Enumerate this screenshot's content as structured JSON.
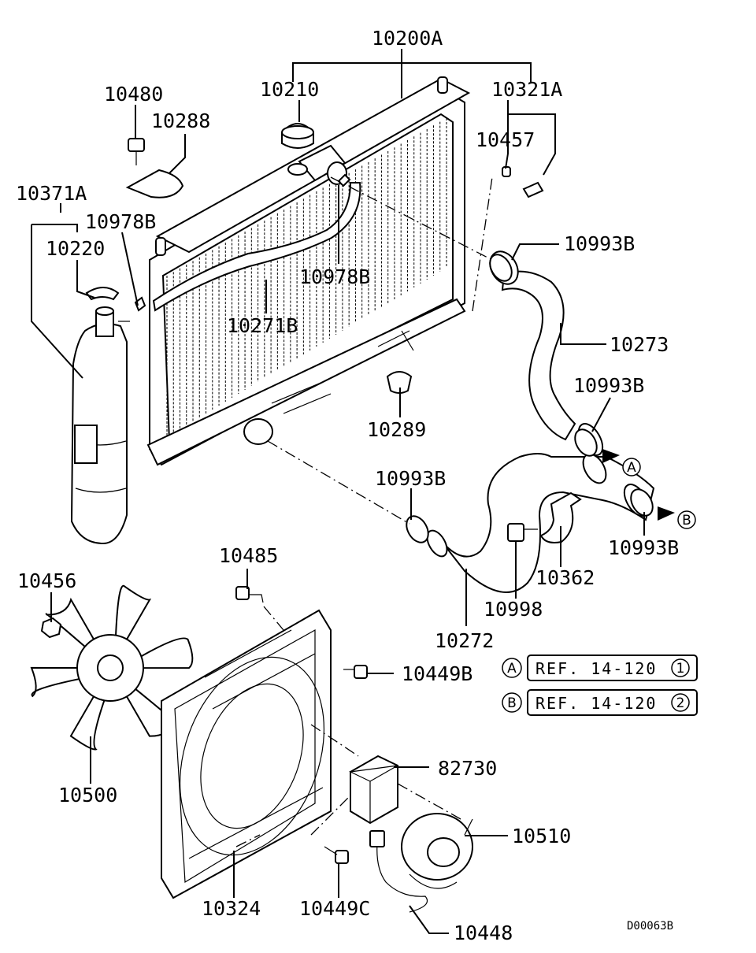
{
  "callouts": {
    "c10200A": "10200A",
    "c10210": "10210",
    "c10321A": "10321A",
    "c10480": "10480",
    "c10288": "10288",
    "c10457": "10457",
    "c10371A": "10371A",
    "c10978B_a": "10978B",
    "c10220": "10220",
    "c10993B_a": "10993B",
    "c10978B_b": "10978B",
    "c10271B": "10271B",
    "c10273": "10273",
    "c10993B_b": "10993B",
    "c10289": "10289",
    "c10993B_c": "10993B",
    "c10993B_d": "10993B",
    "c10362": "10362",
    "c10485": "10485",
    "c10456": "10456",
    "c10998": "10998",
    "c10272": "10272",
    "c10449B": "10449B",
    "c82730": "82730",
    "c10500": "10500",
    "c10510": "10510",
    "c10324": "10324",
    "c10449C": "10449C",
    "c10448": "10448"
  },
  "markers": {
    "a": "A",
    "b": "B"
  },
  "references": [
    {
      "marker": "A",
      "text": "REF. 14-120",
      "suffix": "1"
    },
    {
      "marker": "B",
      "text": "REF. 14-120",
      "suffix": "2"
    }
  ],
  "drawing_code": "D00063B"
}
